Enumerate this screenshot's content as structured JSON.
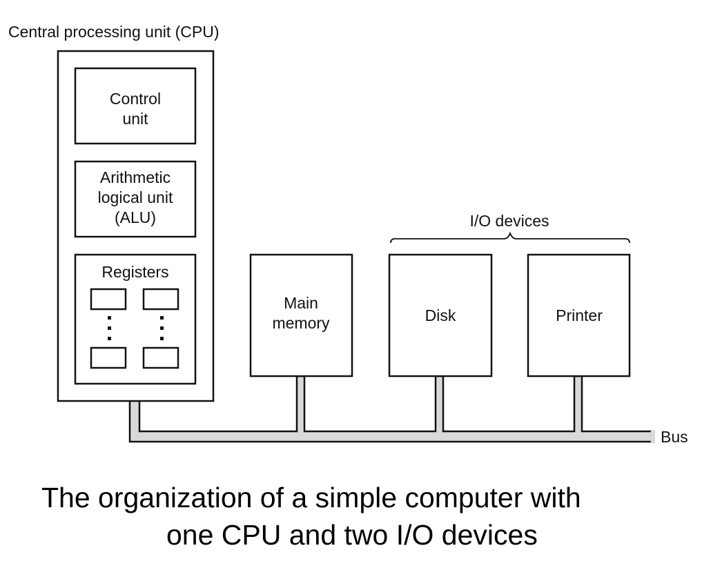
{
  "diagram": {
    "cpu_title": "Central processing unit (CPU)",
    "control_unit": [
      "Control",
      "unit"
    ],
    "alu": [
      "Arithmetic",
      "logical unit",
      "(ALU)"
    ],
    "registers_label": "Registers",
    "main_memory": [
      "Main",
      "memory"
    ],
    "io_group_label": "I/O devices",
    "disk_label": "Disk",
    "printer_label": "Printer",
    "bus_label": "Bus",
    "bus_color": "#d9d9d9"
  },
  "caption": {
    "line1": "The organization of a simple computer with",
    "line2": "one CPU and two I/O devices"
  }
}
